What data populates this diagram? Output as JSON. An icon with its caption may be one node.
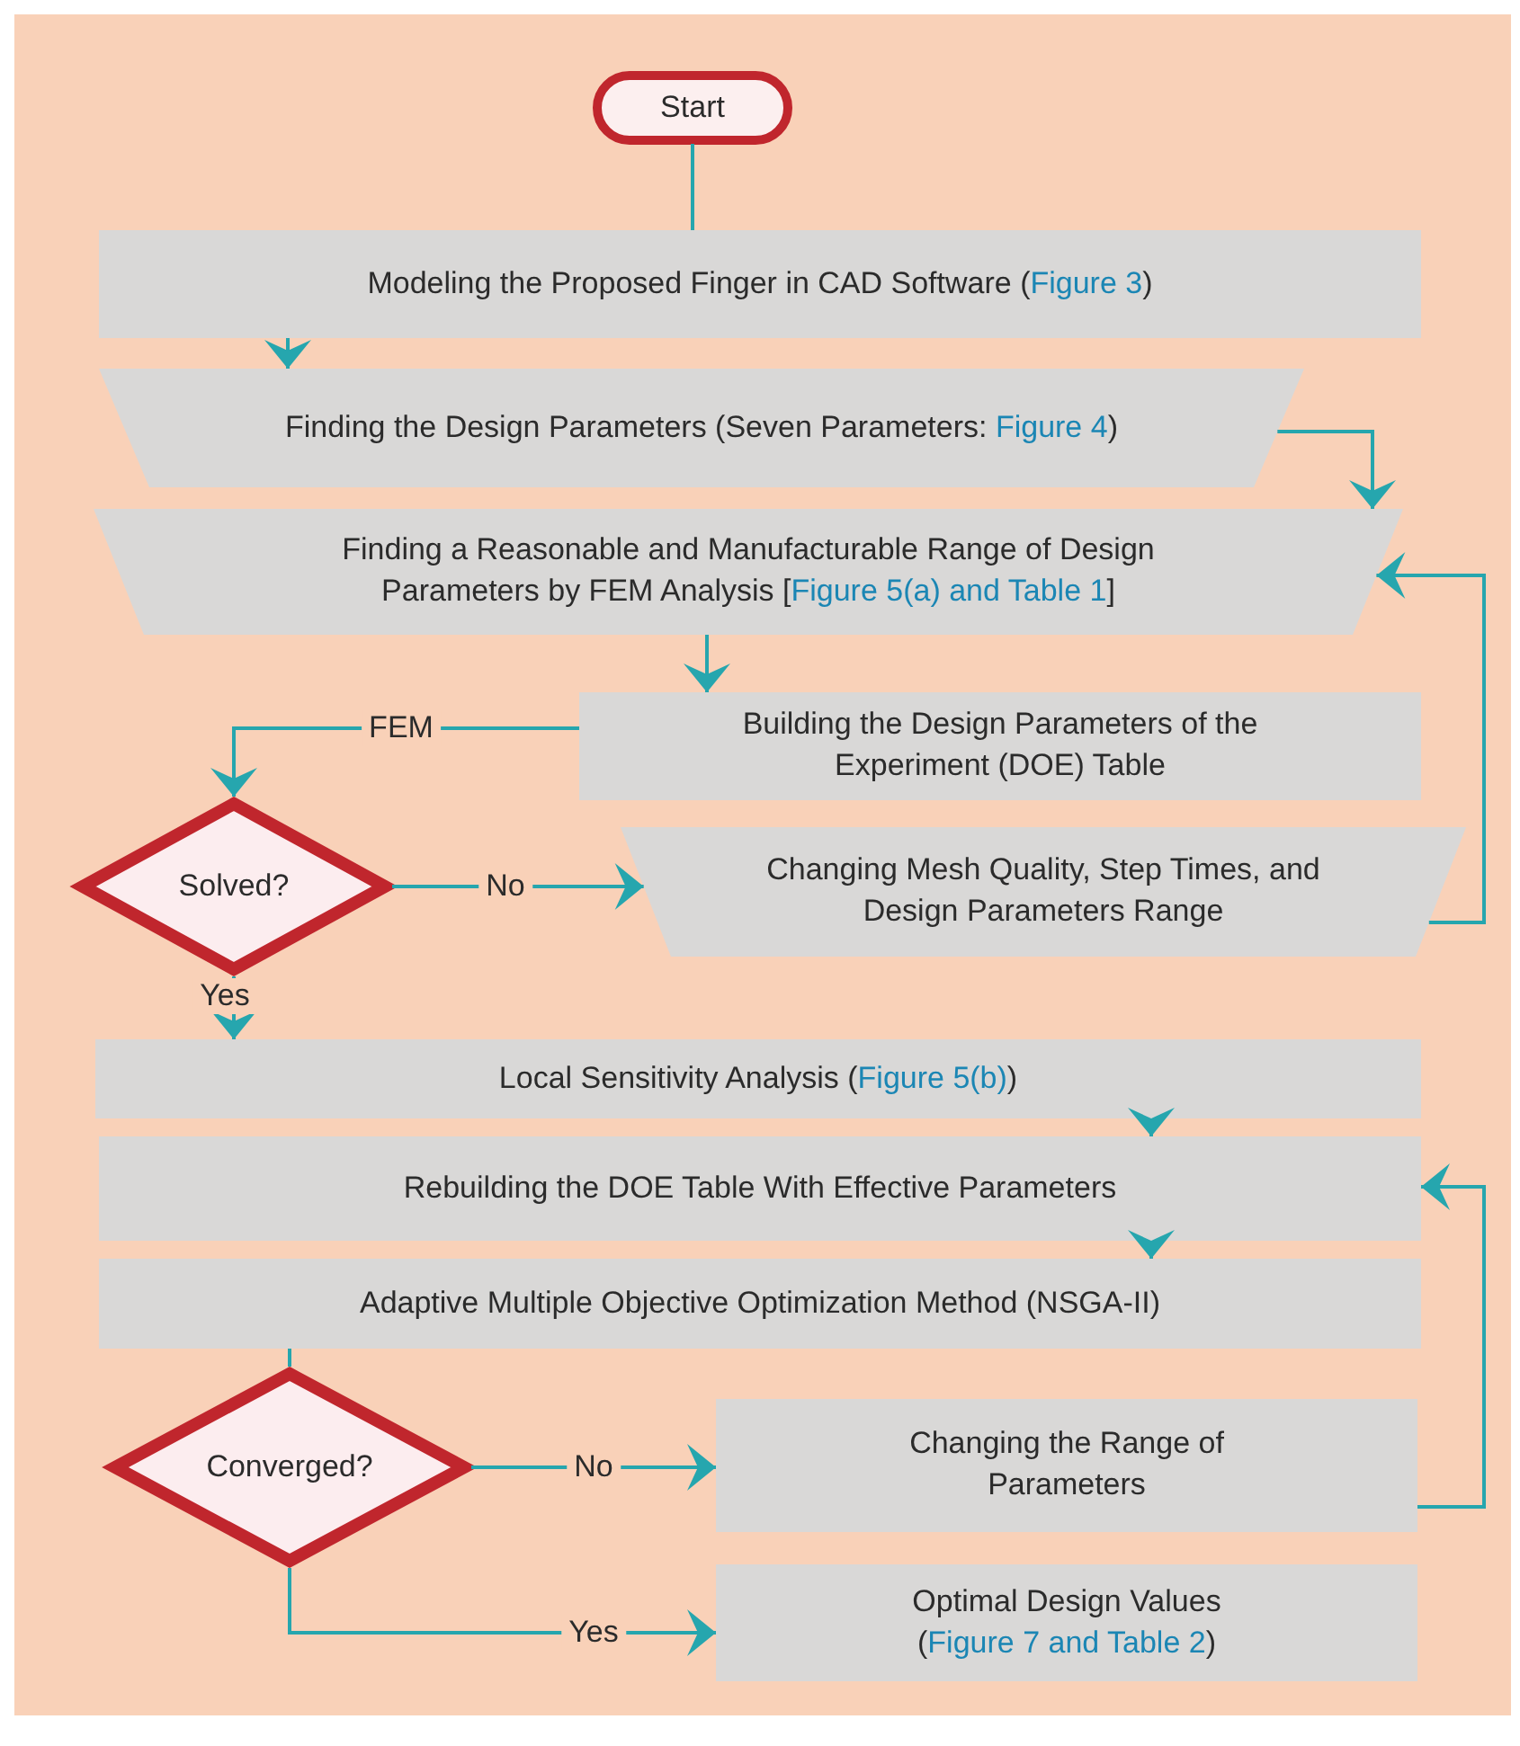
{
  "diagram": {
    "nodes": [
      {
        "text": [
          "Start"
        ]
      },
      {
        "text": [
          "Modeling the Proposed Finger in CAD Software (*Figure 3*)"
        ]
      },
      {
        "text": [
          "Finding the Design Parameters (Seven Parameters: *Figure 4*)"
        ]
      },
      {
        "text": [
          "Finding a Reasonable and Manufacturable Range of Design Parameters by FEM Analysis [*Figure 5(a) and Table 1*]"
        ]
      },
      {
        "text": [
          "Building the Design Parameters of the Experiment (DOE) Table"
        ]
      },
      {
        "text": [
          "Solved?"
        ]
      },
      {
        "text": [
          "Changing Mesh Quality, Step Times, and Design Parameters Range"
        ]
      },
      {
        "text": [
          "Local Sensitivity Analysis (*Figure 5(b)*)"
        ]
      },
      {
        "text": [
          "Rebuilding the DOE Table With Effective Parameters"
        ]
      },
      {
        "text": [
          "Adaptive Multiple Objective Optimization Method (NSGA-II)"
        ]
      },
      {
        "text": [
          "Converged?"
        ]
      },
      {
        "text": [
          "Changing the Range of Parameters"
        ]
      },
      {
        "text": [
          "Optimal Design Values (*Figure 7 and Table 2*)"
        ]
      }
    ],
    "edges": [
      {
        "from": 0,
        "to": 1,
        "arrow": "none"
      },
      {
        "from": 1,
        "to": 2,
        "arrow": "to"
      },
      {
        "from": 2,
        "to": 3,
        "arrow": "to"
      },
      {
        "from": 3,
        "to": 4,
        "arrow": "to"
      },
      {
        "from": 4,
        "to": 5,
        "label": "FEM",
        "arrow": "to"
      },
      {
        "from": 5,
        "to": 6,
        "label": "No",
        "arrow": "to"
      },
      {
        "from": 6,
        "to": 3,
        "arrow": "to"
      },
      {
        "from": 5,
        "to": 7,
        "label": "Yes",
        "arrow": "to"
      },
      {
        "from": 7,
        "to": 8,
        "arrow": "to"
      },
      {
        "from": 8,
        "to": 9,
        "arrow": "to"
      },
      {
        "from": 9,
        "to": 10,
        "arrow": "none"
      },
      {
        "from": 10,
        "to": 11,
        "label": "No",
        "arrow": "to"
      },
      {
        "from": 11,
        "to": 8,
        "arrow": "to"
      },
      {
        "from": 10,
        "to": 12,
        "label": "Yes",
        "arrow": "to"
      }
    ]
  }
}
